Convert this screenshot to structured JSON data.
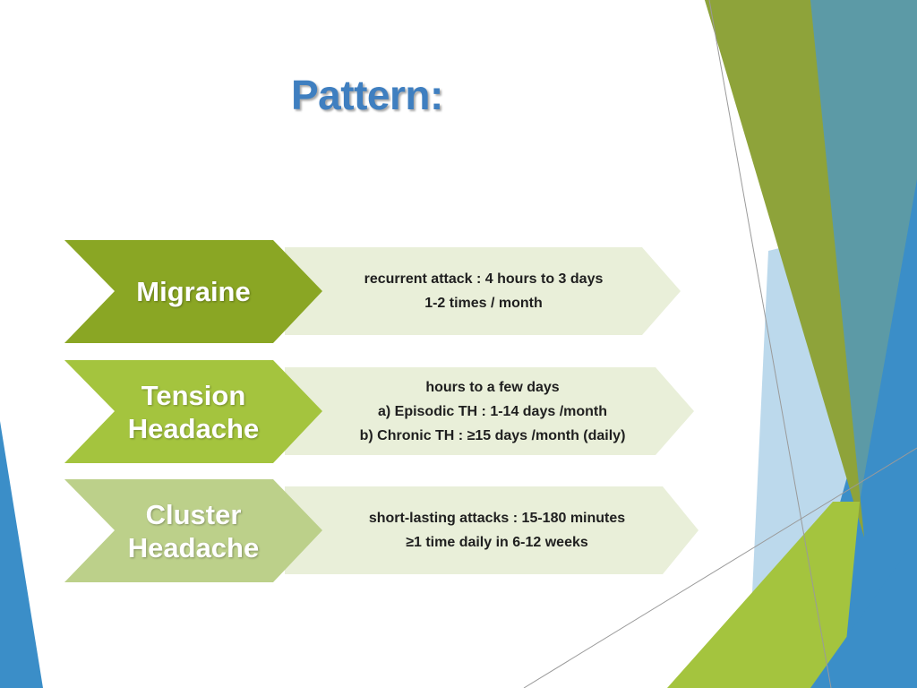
{
  "slide": {
    "title": "Pattern:",
    "colors": {
      "title": "#3f7fc0",
      "migraine_chevron": "#8aa624",
      "tension_chevron": "#a4c43e",
      "cluster_chevron": "#bcd08a",
      "detail_box": "#e9efd9",
      "accent_blue": "#3b8ec8",
      "accent_olive": "#8ea33a"
    },
    "rows": [
      {
        "label_lines": [
          "Migraine"
        ],
        "detail_lines": [
          "recurrent attack : 4 hours to 3 days",
          "1-2 times / month"
        ]
      },
      {
        "label_lines": [
          "Tension",
          "Headache"
        ],
        "detail_lines": [
          "hours to a few days",
          "a) Episodic TH : 1-14 days /month",
          "b) Chronic TH : ≥15 days /month (daily)"
        ]
      },
      {
        "label_lines": [
          "Cluster",
          "Headache"
        ],
        "detail_lines": [
          "short-lasting attacks : 15-180 minutes",
          "≥1 time daily in 6-12 weeks"
        ]
      }
    ]
  }
}
